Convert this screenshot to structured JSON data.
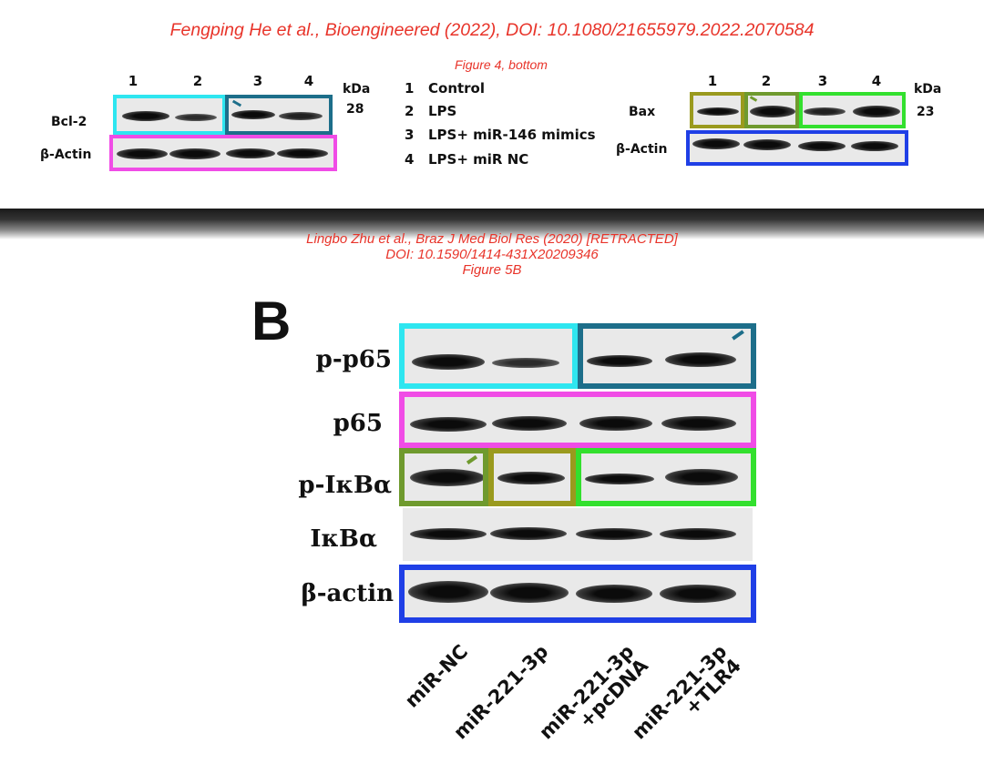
{
  "top": {
    "citation": "Fengping He et al., Bioengineered (2022), DOI: 10.1080/21655979.2022.2070584",
    "figure_label": "Figure 4, bottom",
    "left_blot": {
      "lanes": [
        "1",
        "2",
        "3",
        "4"
      ],
      "kda_label": "kDa",
      "kda_value": "28",
      "gene1": "Bcl-2",
      "gene2": "β-Actin"
    },
    "legend": [
      {
        "num": "1",
        "text": "Control"
      },
      {
        "num": "2",
        "text": "LPS"
      },
      {
        "num": "3",
        "text": "LPS+ miR-146 mimics"
      },
      {
        "num": "4",
        "text": "LPS+ miR NC"
      }
    ],
    "right_blot": {
      "lanes": [
        "1",
        "2",
        "3",
        "4"
      ],
      "kda_label": "kDa",
      "kda_value": "23",
      "gene1": "Bax",
      "gene2": "β-Actin"
    }
  },
  "bottom": {
    "citation_line1": "Lingbo Zhu et al., Braz J Med Biol Res (2020) [RETRACTED]",
    "citation_line2": "DOI: 10.1590/1414-431X20209346",
    "figure_label": "Figure 5B",
    "panel_letter": "B",
    "rows": [
      "p-p65",
      "p65",
      "p-IκBα",
      "IκBα",
      "β-actin"
    ],
    "lanes": [
      "miR-NC",
      "miR-221-3p",
      "miR-221-3p\n+pcDNA",
      "miR-221-3p\n+TLR4"
    ]
  },
  "colors": {
    "citation_red": "#e8342a",
    "cyan": "#2ee6f0",
    "teal": "#1d6e8a",
    "magenta": "#f04ce6",
    "olive": "#9a9a1e",
    "olive_green": "#6f9a2e",
    "bright_green": "#33e02e",
    "blue": "#1f3fe6"
  }
}
